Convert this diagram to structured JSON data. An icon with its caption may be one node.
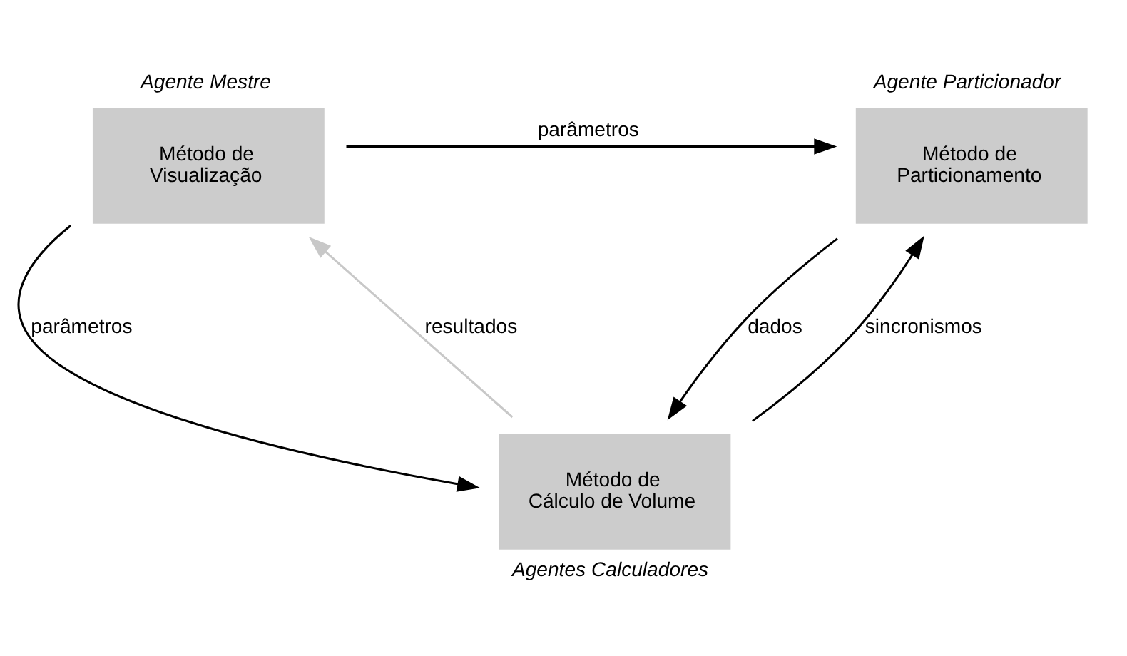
{
  "diagram": {
    "nodes": [
      {
        "text": [
          "Método de Particionamento"
        ],
        "beside": [
          "Agente Particionador"
        ]
      },
      {
        "text": [
          "Método de Visualização"
        ],
        "beside": [
          "Agente Mestre"
        ]
      },
      {
        "text": [
          "Método de Cálculo de Volume"
        ],
        "beside": [
          "Agentes Calculadores"
        ]
      }
    ],
    "edges": [
      {
        "from": 1,
        "to": 0,
        "arrow": "to",
        "label": "parâmetros"
      },
      {
        "from": 0,
        "to": 2,
        "arrow": "to",
        "label": "dados"
      },
      {
        "from": 2,
        "to": 0,
        "arrow": "to",
        "label": "sincronismos"
      },
      {
        "from": 1,
        "to": 2,
        "arrow": "to",
        "label": "parâmetros"
      },
      {
        "from": 2,
        "to": 1,
        "arrow": "to",
        "label": "resultados",
        "color": "#c8c8c8"
      }
    ]
  }
}
